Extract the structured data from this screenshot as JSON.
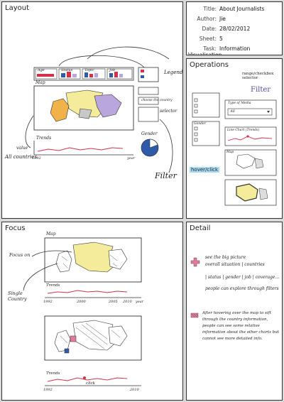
{
  "panels": {
    "layout": "Layout",
    "operations": "Operations",
    "focus": "Focus",
    "detail": "Detail"
  },
  "meta": [
    {
      "key": "Title:",
      "value": "About Journalists"
    },
    {
      "key": "Author:",
      "value": "Jie"
    },
    {
      "key": "Date:",
      "value": "28/02/2012"
    },
    {
      "key": "Sheet:",
      "value": "5"
    },
    {
      "key": "Task:",
      "value": "Information Visualisation"
    }
  ],
  "layout_notes": {
    "legend": "Legend",
    "map": "Map",
    "country": "choose the country",
    "selector": "selector",
    "trends": "Trends",
    "gender": "Gender",
    "value": "value",
    "all_countries": "All countries",
    "year_start": "1992",
    "year_end": "year",
    "filter": "Filter",
    "chart_labels": [
      "Age",
      "Status",
      "Topic",
      "Job"
    ]
  },
  "operations_notes": {
    "selector_label": "range/checkbox selector",
    "filter": "Filter",
    "gender": "Gender",
    "type_of_media": "Type of Media",
    "dropdown": "All",
    "line_chart": "Line Chart (Trends)",
    "hover": "hover/click",
    "map": "Map"
  },
  "focus_notes": {
    "map": "Map",
    "focus_on": "Focus on",
    "single_country": "Single Country",
    "trends": "Trends",
    "year_1": "1992",
    "year_2": "2000",
    "year_3": "2005",
    "year_4": "2010",
    "year_end": "year",
    "click": "click"
  },
  "detail_notes": {
    "line1": "see the big picture",
    "line2": "overall situation | countries",
    "line3": "| status | gender | job | coverage...",
    "line4": "people can explore through filters",
    "para": "After hovering over the map to sift through the country information, people can see some relative information about the other charts but cannot see more detailed info."
  },
  "colors": {
    "yellow": "#f4ec9a",
    "purple": "#b9a6dc",
    "orange": "#f2b24a",
    "blue": "#2f5aa8",
    "red": "#d6304a",
    "pink": "#e47a9a"
  }
}
